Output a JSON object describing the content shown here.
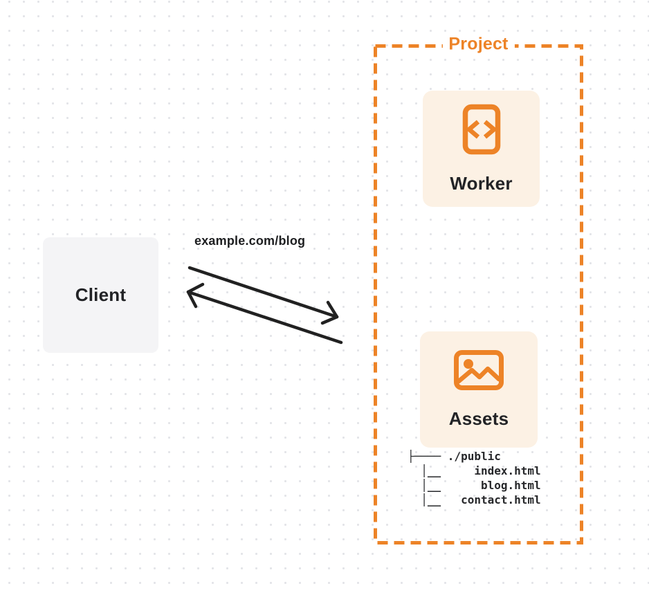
{
  "colors": {
    "accent": "#ED8327",
    "card_bg": "#FCF1E4",
    "client_bg": "#F4F4F6",
    "arrow": "#212121",
    "dot_grid": "#E3E4E8"
  },
  "client": {
    "label": "Client"
  },
  "request": {
    "url_label": "example.com/blog"
  },
  "project": {
    "title": "Project",
    "worker": {
      "label": "Worker",
      "icon": "code-brackets-icon"
    },
    "assets": {
      "label": "Assets",
      "icon": "image-icon",
      "file_tree": [
        "├──── ./public",
        "  │__     index.html",
        "  │__      blog.html",
        "  │__   contact.html"
      ]
    }
  }
}
